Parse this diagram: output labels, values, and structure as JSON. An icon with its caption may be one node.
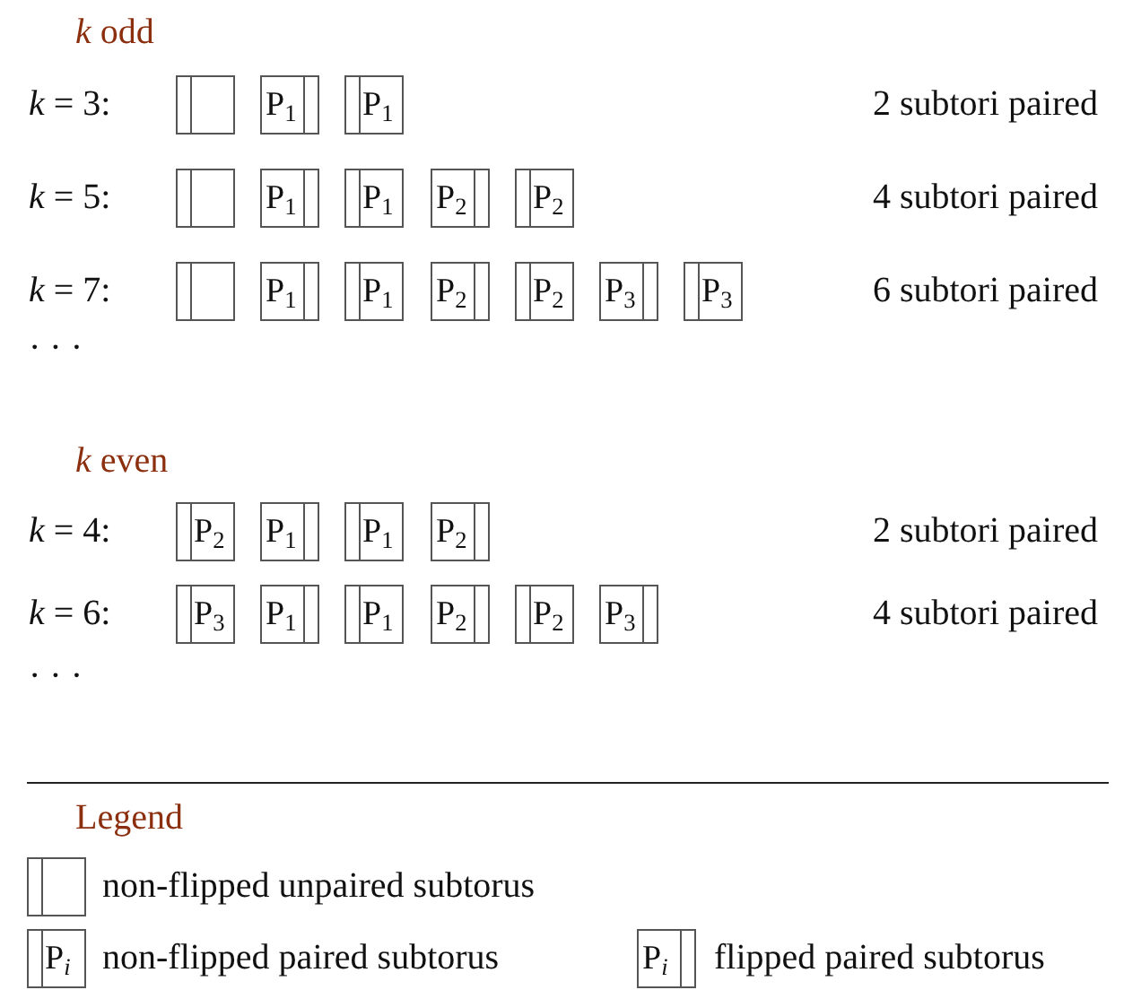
{
  "diagram": {
    "nodes": [
      {
        "text": [],
        "shape": "box"
      },
      {
        "text": [
          "P$_{1}$"
        ]
      },
      {
        "text": [
          "P$_{1}$"
        ]
      },
      {
        "text": [],
        "shape": "box"
      },
      {
        "text": [
          "P$_{1}$"
        ]
      },
      {
        "text": [
          "P$_{1}$"
        ]
      },
      {
        "text": [
          "P$_{2}$"
        ]
      },
      {
        "text": [
          "P$_{2}$"
        ]
      },
      {
        "text": [],
        "shape": "box"
      },
      {
        "text": [
          "P$_{1}$"
        ]
      },
      {
        "text": [
          "P$_{1}$"
        ]
      },
      {
        "text": [
          "P$_{2}$"
        ]
      },
      {
        "text": [
          "P$_{2}$"
        ]
      },
      {
        "text": [
          "P$_{3}$"
        ]
      },
      {
        "text": [
          "P$_{3}$"
        ]
      },
      {
        "text": [
          "P$_{2}$"
        ]
      },
      {
        "text": [
          "P$_{1}$"
        ]
      },
      {
        "text": [
          "P$_{1}$"
        ]
      },
      {
        "text": [
          "P$_{2}$"
        ]
      },
      {
        "text": [
          "P$_{3}$"
        ]
      },
      {
        "text": [
          "P$_{1}$"
        ]
      },
      {
        "text": [
          "P$_{1}$"
        ]
      },
      {
        "text": [
          "P$_{2}$"
        ]
      },
      {
        "text": [
          "P$_{2}$"
        ]
      },
      {
        "text": [
          "P$_{3}$"
        ]
      },
      {
        "text": [],
        "shape": "box"
      },
      {
        "text": [
          "P$_{i}$"
        ]
      },
      {
        "text": [
          "P$_{i}$"
        ]
      }
    ],
    "labels": [
      "*k* odd",
      "*k* = 3:",
      "2 subtori paired",
      "*k* = 5:",
      "4 subtori paired",
      "*k* = 7:",
      "6 subtori paired",
      "· · ·",
      "*k* even",
      "*k* = 4:",
      "2 subtori paired",
      "*k* = 6:",
      "4 subtori paired",
      "· · ·",
      "Legend"
    ],
    "legend": [
      {
        "text": "non-flipped unpaired subtorus"
      },
      {
        "text": "non-flipped paired subtorus"
      },
      {
        "text": "flipped paired subtorus"
      }
    ]
  }
}
